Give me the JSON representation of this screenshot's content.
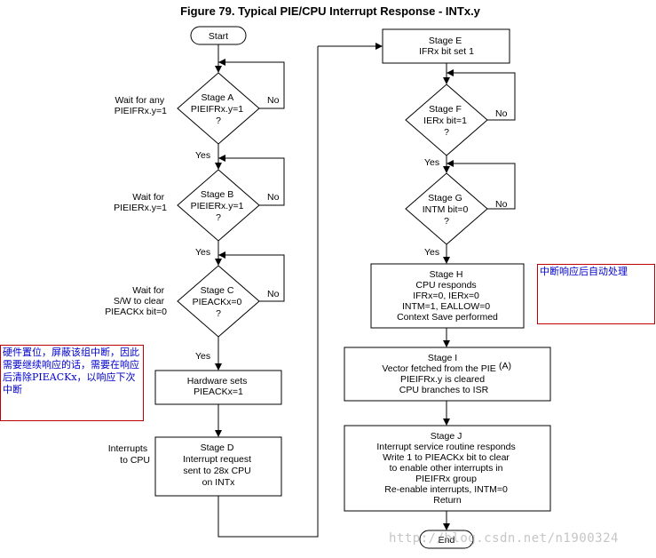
{
  "title": "Figure 79. Typical PIE/CPU Interrupt Response - INTx.y",
  "nodes": {
    "start": [
      "Start"
    ],
    "stageA": [
      "Stage A",
      "PIEIFRx.y=1",
      "?"
    ],
    "stageB": [
      "Stage B",
      "PIEIERx.y=1",
      "?"
    ],
    "stageC": [
      "Stage C",
      "PIEACKx=0",
      "?"
    ],
    "hw": [
      "Hardware sets",
      "PIEACKx=1"
    ],
    "stageD": [
      "Stage D",
      "Interrupt request",
      "sent to 28x CPU",
      "on INTx"
    ],
    "stageE": [
      "Stage E",
      "IFRx bit set 1"
    ],
    "stageF": [
      "Stage F",
      "IERx bit=1",
      "?"
    ],
    "stageG": [
      "Stage G",
      "INTM bit=0",
      "?"
    ],
    "stageH": [
      "Stage H",
      "CPU responds",
      "IFRx=0, IERx=0",
      "INTM=1, EALLOW=0",
      "Context Save performed"
    ],
    "stageI": [
      "Stage I",
      "Vector fetched from the PIE",
      "PIEIFRx.y is cleared",
      "CPU branches to ISR"
    ],
    "stageI_sup": "(A)",
    "stageJ": [
      "Stage J",
      "Interrupt service routine responds",
      "Write 1 to PIEACKx bit to clear",
      "to enable other interrupts in",
      "PIEIFRx group",
      "Re-enable interrupts, INTM=0",
      "Return"
    ],
    "end": [
      "End"
    ]
  },
  "side_labels": {
    "waitA": [
      "Wait for any",
      "PIEIFRx.y=1"
    ],
    "waitB": [
      "Wait for",
      "PIEIERx.y=1"
    ],
    "waitC": [
      "Wait for",
      "S/W to clear",
      "PIEACKx bit=0"
    ],
    "interrupts": [
      "Interrupts",
      "to CPU"
    ]
  },
  "edge_labels": {
    "noA": "No",
    "yesA": "Yes",
    "noB": "No",
    "yesB": "Yes",
    "noC": "No",
    "yesC": "Yes",
    "noF": "No",
    "yesF": "Yes",
    "noG": "No",
    "yesG": "Yes"
  },
  "annotations": {
    "note_right": "中断响应后自动处理",
    "note_left": "硬件置位，屏蔽该组中断，因此需要继续响应的话，需要在响应后清除PIEACKx，以响应下次中断"
  },
  "watermark": "http://blog.csdn.net/n1900324",
  "colors": {
    "line": "#000000",
    "note_border": "#c00000",
    "note_text": "#0000cc"
  }
}
